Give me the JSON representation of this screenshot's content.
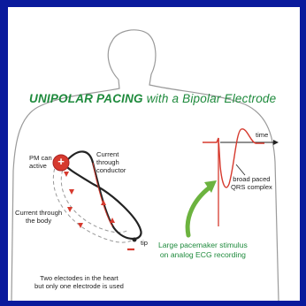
{
  "title": {
    "bold_part": "UNIPOLAR  PACING",
    "rest_part": " with a Bipolar Electrode"
  },
  "labels": {
    "pm_can": "PM can\nactive",
    "current_conductor": "Current\nthrough\nconductor",
    "current_body": "Current through\nthe body",
    "tip": "tip",
    "two_electrodes": "Two electodes in the heart\nbut only one electrode is used",
    "time": "time",
    "broad_qrs": "broad paced\nQRS complex",
    "large_stimulus": "Large pacemaker stimulus\non analog ECG recording"
  },
  "symbols": {
    "plus": "+",
    "minus": "−"
  },
  "colors": {
    "frame_blue": "#0a1a9c",
    "title_green": "#1e8a3c",
    "signal_red": "#d63a2e",
    "outline_gray": "#9a9a9a"
  }
}
